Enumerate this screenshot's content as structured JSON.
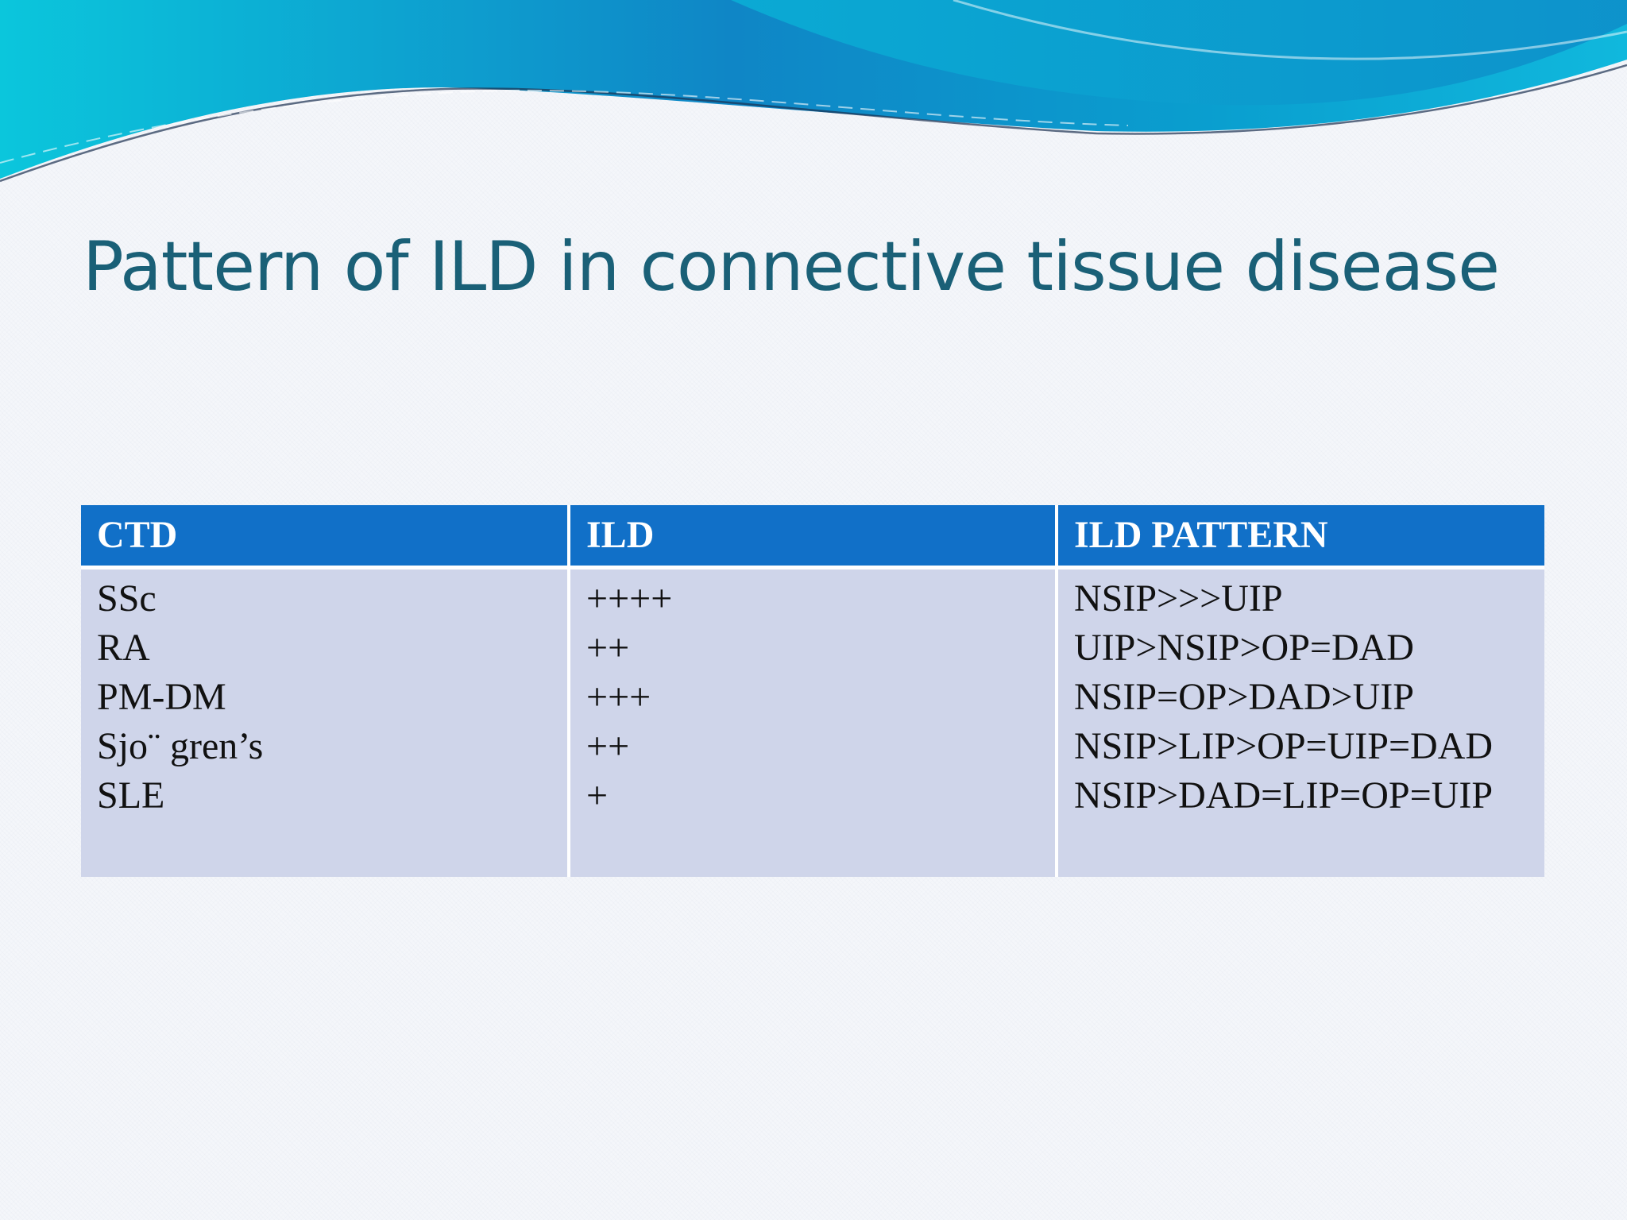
{
  "slide": {
    "title": "Pattern of ILD in connective tissue disease",
    "colors": {
      "title": "#1a6077",
      "header_bg": "#1170c8",
      "body_bg": "#cfd5ea",
      "wave_accent": "#0aa5d0"
    }
  },
  "table": {
    "columns": [
      "CTD",
      "ILD",
      "ILD PATTERN"
    ],
    "rows": [
      [
        "SSc",
        "++++",
        "NSIP>>>UIP"
      ],
      [
        "RA",
        "++",
        "UIP>NSIP>OP=DAD"
      ],
      [
        "PM-DM",
        "+++",
        "NSIP=OP>DAD>UIP"
      ],
      [
        "Sjo¨ gren’s",
        "++",
        "NSIP>LIP>OP=UIP=DAD"
      ],
      [
        "SLE",
        "+",
        "NSIP>DAD=LIP=OP=UIP"
      ]
    ]
  }
}
